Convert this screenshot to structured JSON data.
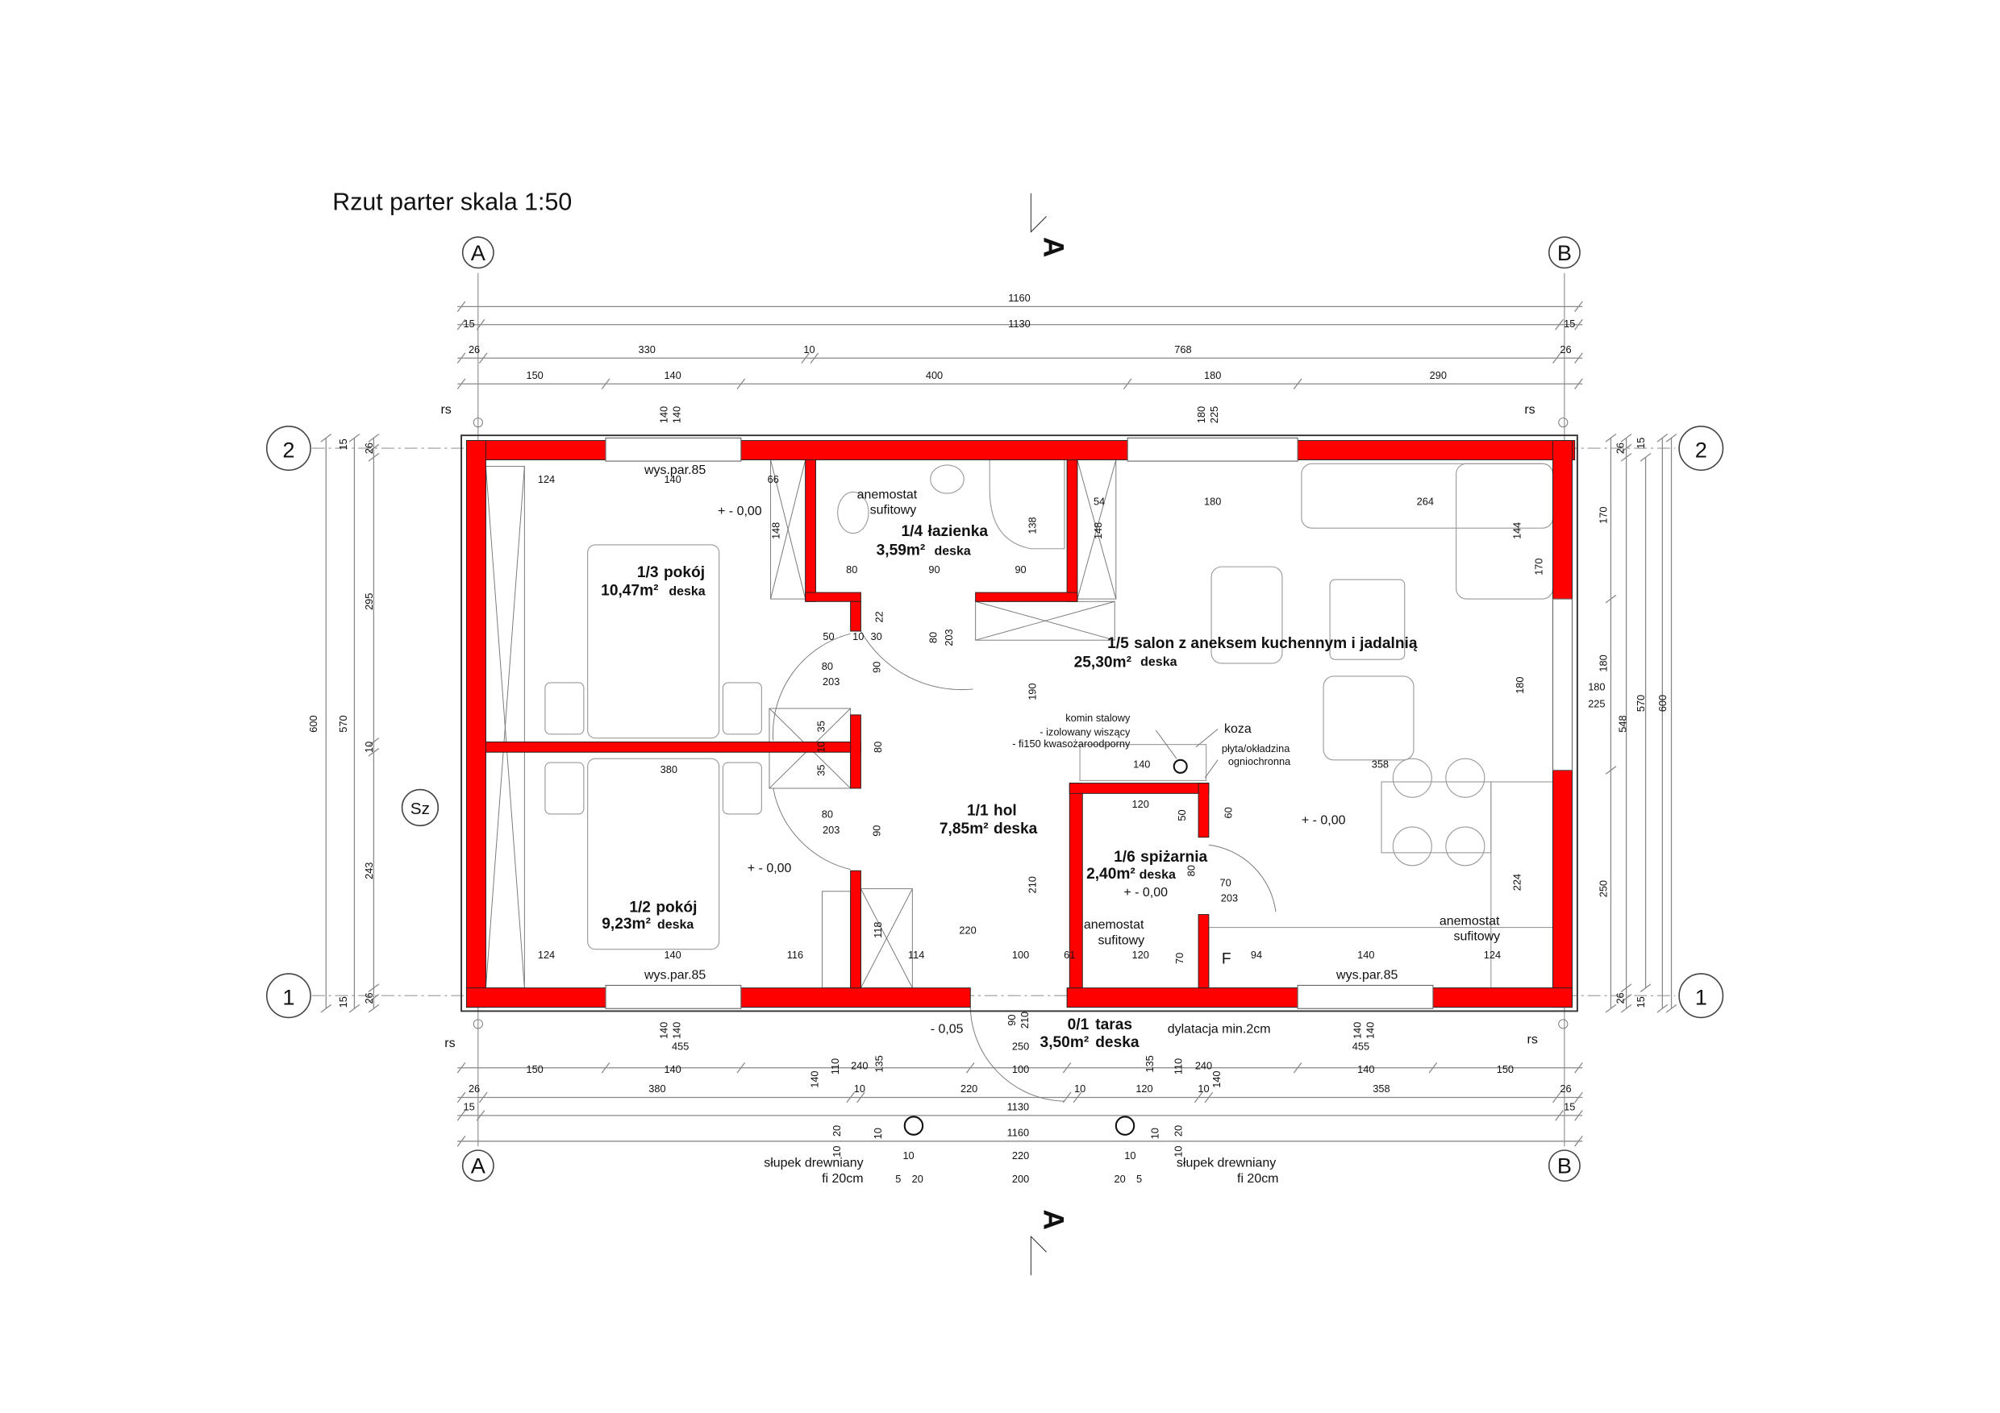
{
  "title": "Rzut parter skala 1:50",
  "section_marker": "A",
  "axes": {
    "a": "A",
    "b": "B",
    "one": "1",
    "two": "2",
    "sz": "Sz",
    "rs": "rs"
  },
  "colors": {
    "wall": "#ff0000"
  },
  "rooms": [
    {
      "num": "1/1",
      "name": "hol",
      "area": "7,85m²",
      "floor": "deska"
    },
    {
      "num": "1/2",
      "name": "pokój",
      "area": "9,23m²",
      "floor": "deska"
    },
    {
      "num": "1/3",
      "name": "pokój",
      "area": "10,47m²",
      "floor": "deska"
    },
    {
      "num": "1/4",
      "name": "łazienka",
      "area": "3,59m²",
      "floor": "deska"
    },
    {
      "num": "1/5",
      "name": "salon z aneksem kuchennym i jadalnią",
      "area": "25,30m²",
      "floor": "deska"
    },
    {
      "num": "1/6",
      "name": "spiżarnia",
      "area": "2,40m²",
      "floor": "deska"
    },
    {
      "num": "0/1",
      "name": "taras",
      "area": "3,50m²",
      "floor": "deska"
    }
  ],
  "levels": {
    "zero": "+ - 0,00",
    "terrace": "- 0,05"
  },
  "notes": {
    "anemostat1": "anemostat",
    "anemostat2": "sufitowy",
    "window_sill": "wys.par.85",
    "chimney1": "komin stalowy",
    "chimney2": "- izolowany wiszący",
    "chimney3": "- fi150 kwasożaroodporny",
    "stove": "koza",
    "fireplate1": "płyta/okładzina",
    "fireplate2": "ogniochronna",
    "expansion": "dylatacja min.2cm",
    "post1": "słupek drewniany",
    "post2": "fi 20cm",
    "fridge": "F"
  },
  "dims_top": {
    "r1": [
      "1160"
    ],
    "r2": [
      "15",
      "1130",
      "15"
    ],
    "r3": [
      "26",
      "330",
      "10",
      "768",
      "26"
    ],
    "r4": [
      "150",
      "140",
      "400",
      "180",
      "290"
    ],
    "win1": [
      "140",
      "140"
    ],
    "win2": [
      "180",
      "225"
    ]
  },
  "dims_bottom": {
    "win": [
      "140",
      "140",
      "455"
    ],
    "door": [
      "90",
      "210",
      "250"
    ],
    "r1": [
      "150",
      "140",
      "100",
      "140",
      "150"
    ],
    "r2": [
      "26",
      "380",
      "10",
      "220",
      "10",
      "120",
      "10",
      "358",
      "26"
    ],
    "r3": [
      "15",
      "1130",
      "15"
    ],
    "r4": [
      "1160"
    ],
    "r5": [
      "10",
      "220",
      "10"
    ],
    "r6": [
      "5",
      "20",
      "200",
      "20",
      "5"
    ],
    "posts": [
      "140",
      "110",
      "240",
      "135",
      "10",
      "20",
      "10"
    ]
  },
  "dims_left": [
    "600",
    "570",
    "15",
    "26",
    "295",
    "10",
    "243",
    "26",
    "15"
  ],
  "dims_right": [
    "26",
    "15",
    "170",
    "180",
    "250",
    "548",
    "570",
    "600",
    "26",
    "15"
  ],
  "door_right": [
    "180",
    "225"
  ],
  "dims_interior": {
    "bath": [
      "80",
      "90",
      "90",
      "138",
      "148",
      "148",
      "66",
      "54",
      "22"
    ],
    "hall": [
      "50",
      "10",
      "30",
      "90",
      "90",
      "190",
      "210",
      "220",
      "100",
      "116",
      "114",
      "118",
      "35",
      "35",
      "10",
      "80",
      "380"
    ],
    "doors": [
      "80",
      "203"
    ],
    "pantry": [
      "120",
      "120",
      "50",
      "60",
      "70",
      "203",
      "80",
      "70",
      "61",
      "10"
    ],
    "living": [
      "180",
      "264",
      "144",
      "170",
      "180",
      "358",
      "140",
      "224",
      "124",
      "140",
      "94"
    ],
    "rooms": [
      "124",
      "140",
      "124",
      "140"
    ]
  }
}
